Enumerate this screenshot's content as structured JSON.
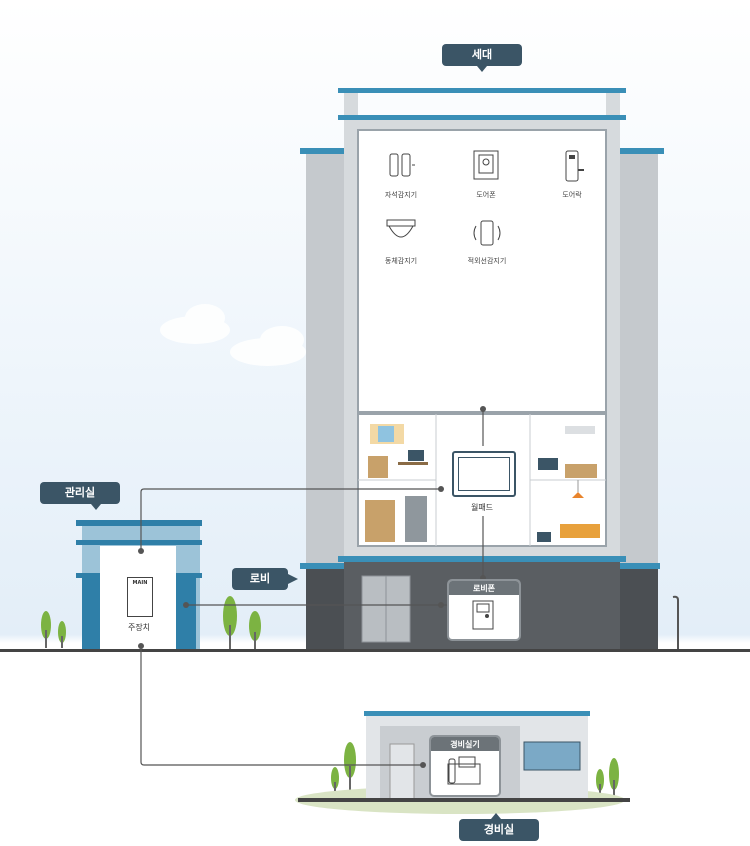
{
  "callouts": {
    "household": "세대",
    "management_office": "관리실",
    "lobby": "로비",
    "guard_room": "경비실"
  },
  "sensors": [
    {
      "icon": "magnetic-sensor-icon",
      "label": "자석감지기"
    },
    {
      "icon": "door-phone-icon",
      "label": "도어폰"
    },
    {
      "icon": "door-lock-icon",
      "label": "도어락"
    },
    {
      "icon": "motion-sensor-icon",
      "label": "동체감지기"
    },
    {
      "icon": "infrared-sensor-icon",
      "label": "적외선감지기"
    }
  ],
  "wallpad": {
    "label": "월패드"
  },
  "lobby_phone": {
    "title": "로비폰"
  },
  "main_unit": {
    "badge": "MAIN",
    "label": "주장치"
  },
  "guard_phone": {
    "title": "경비실기"
  },
  "colors": {
    "tag_bg": "#3b5566",
    "roof_blue": "#3a8fb7",
    "building_grey": "#c9cdd1",
    "ground": "#444444",
    "tree_green": "#7cb342"
  }
}
